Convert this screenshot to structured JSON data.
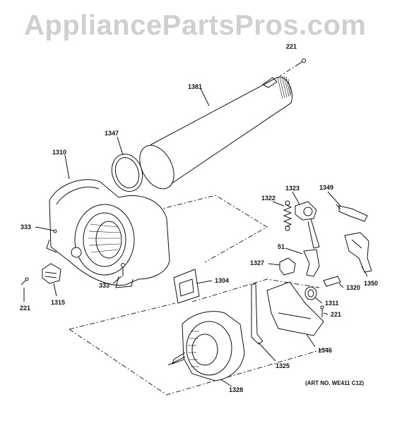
{
  "watermark": "AppliancePartsPros.com",
  "art_number": "(ART NO. WE411 C12)",
  "callouts": {
    "c221_top": "221",
    "c1381": "1381",
    "c1347": "1347",
    "c1310": "1310",
    "c333_left": "333",
    "c333_bottom": "333",
    "c221_left": "221",
    "c1315": "1315",
    "c1322": "1322",
    "c1323": "1323",
    "c1349": "1349",
    "c51": "51",
    "c1327": "1327",
    "c1350": "1350",
    "c1304": "1304",
    "c1320": "1320",
    "c1311": "1311",
    "c221_right": "221",
    "c1346": "1346",
    "c1325": "1325",
    "c1328": "1328"
  }
}
